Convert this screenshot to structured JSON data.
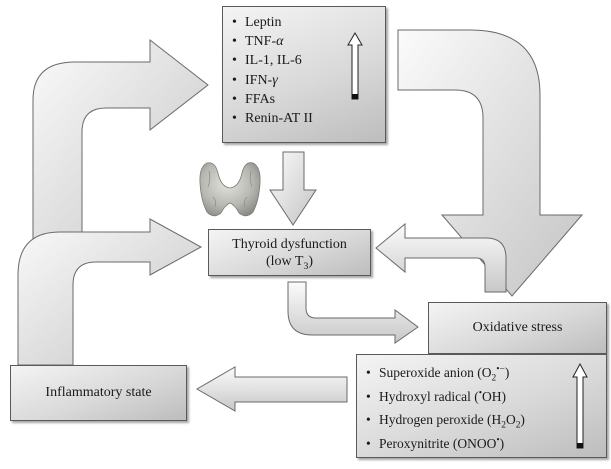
{
  "adipokines": {
    "items": [
      "Leptin",
      "TNF-",
      "IL-1, IL-6",
      "IFN-",
      "FFAs",
      "Renin-AT II"
    ],
    "greek": {
      "alpha": "α",
      "gamma": "γ"
    }
  },
  "thyroid": {
    "line1": "Thyroid dysfunction",
    "line2": "(low T",
    "line2_sub": "3",
    "line2_close": ")"
  },
  "oxidative": {
    "label": "Oxidative stress"
  },
  "radicals": {
    "items": [
      {
        "pre": "Superoxide anion (O",
        "sub": "2",
        "sup": "•−",
        "post": ")"
      },
      {
        "pre": "Hydroxyl radical (",
        "sup": "•",
        "post": "OH)"
      },
      {
        "pre": "Hydrogen peroxide (H",
        "sub1": "2",
        "mid": "O",
        "sub2": "2",
        "post": ")"
      },
      {
        "pre": "Peroxynitrite (ONOO",
        "sup": "•",
        "post": ")"
      }
    ]
  },
  "inflammatory": {
    "label": "Inflammatory state"
  },
  "colors": {
    "box_light": "#f4f4f4",
    "box_dark": "#bdbdbd",
    "arrow_light": "#fbfbfb",
    "arrow_dark": "#c4c4c4",
    "border": "#5a5a5a"
  }
}
